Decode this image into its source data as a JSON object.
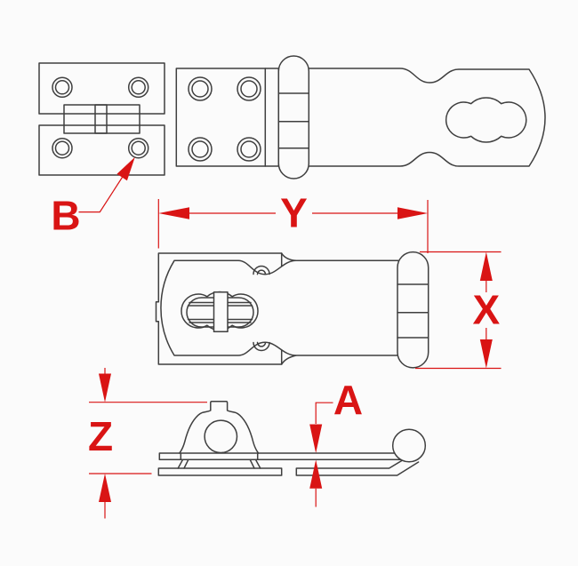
{
  "colors": {
    "bg": "#fbfbfb",
    "line": "#3f3f3f",
    "red": "#d91414"
  },
  "dimension_labels": {
    "a": "A",
    "b": "B",
    "x": "X",
    "y": "Y",
    "z": "Z"
  }
}
